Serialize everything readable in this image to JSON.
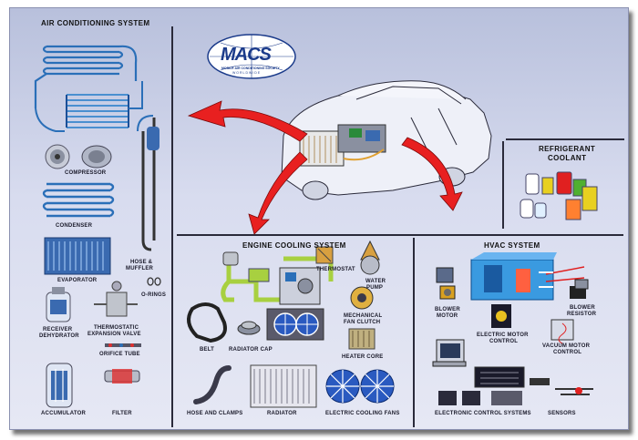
{
  "logo": {
    "text": "MACS",
    "subtitle": "MOBILE AIR CONDITIONING SOCIETY",
    "tagline": "WORLDWIDE"
  },
  "sections": {
    "ac": {
      "title": "AIR CONDITIONING SYSTEM",
      "items": [
        "COMPRESSOR",
        "CONDENSER",
        "EVAPORATOR",
        "HOSE &",
        "MUFFLER",
        "O-RINGS",
        "RECEIVER",
        "DEHYDRATOR",
        "THERMOSTATIC",
        "EXPANSION VALVE",
        "ORIFICE TUBE",
        "ACCUMULATOR",
        "FILTER"
      ]
    },
    "refrigerant": {
      "title_line1": "REFRIGERANT",
      "title_line2": "COOLANT"
    },
    "engine": {
      "title": "ENGINE COOLING SYSTEM",
      "items": [
        "THERMOSTAT",
        "WATER",
        "PUMP",
        "MECHANICAL",
        "FAN CLUTCH",
        "HEATER CORE",
        "BELT",
        "RADIATOR CAP",
        "HOSE AND CLAMPS",
        "RADIATOR",
        "ELECTRIC COOLING FANS"
      ]
    },
    "hvac": {
      "title": "HVAC SYSTEM",
      "items": [
        "BLOWER",
        "MOTOR",
        "BLOWER",
        "RESISTOR",
        "ELECTRIC MOTOR",
        "CONTROL",
        "VACUUM MOTOR",
        "CONTROL",
        "ELECTRONIC CONTROL SYSTEMS",
        "SENSORS"
      ]
    }
  },
  "colors": {
    "arrow": "#e82020",
    "pipe": "#2a6fb8",
    "coolant_pipe": "#a8d040",
    "brand": "#1a3a8a"
  }
}
